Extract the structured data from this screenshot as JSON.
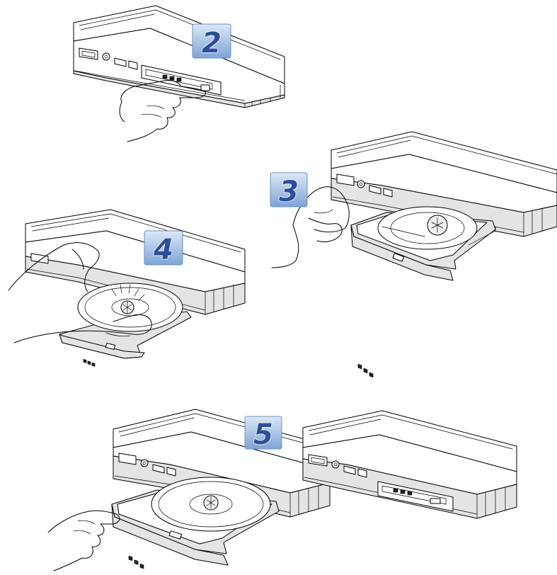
{
  "badges": [
    {
      "id": "step-2",
      "label": "2"
    },
    {
      "id": "step-3",
      "label": "3"
    },
    {
      "id": "step-4",
      "label": "4"
    },
    {
      "id": "step-5",
      "label": "5"
    }
  ],
  "colors": {
    "badge_fill_top": "#cfe0f5",
    "badge_fill_bottom": "#7fa6d6",
    "badge_text": "#2a4f9a",
    "line": "#000000",
    "panel_gray": "#e4e4e4"
  }
}
